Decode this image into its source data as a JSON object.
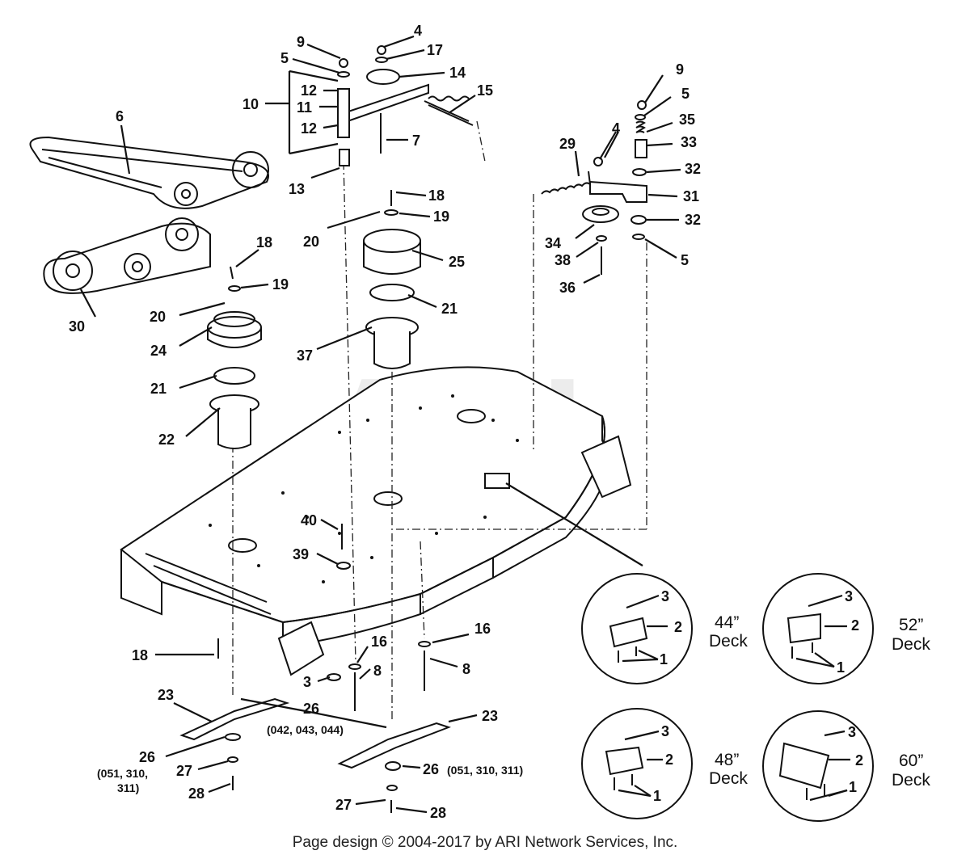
{
  "watermark": "ARI",
  "footer": "Page design © 2004-2017 by ARI Network Services, Inc.",
  "callouts": [
    {
      "id": "c9a",
      "text": "9"
    },
    {
      "id": "c5a",
      "text": "5"
    },
    {
      "id": "c4a",
      "text": "4"
    },
    {
      "id": "c17",
      "text": "17"
    },
    {
      "id": "c14",
      "text": "14"
    },
    {
      "id": "c12a",
      "text": "12"
    },
    {
      "id": "c10",
      "text": "10"
    },
    {
      "id": "c11",
      "text": "11"
    },
    {
      "id": "c12b",
      "text": "12"
    },
    {
      "id": "c15",
      "text": "15"
    },
    {
      "id": "c6",
      "text": "6"
    },
    {
      "id": "c7",
      "text": "7"
    },
    {
      "id": "c13",
      "text": "13"
    },
    {
      "id": "c18a",
      "text": "18"
    },
    {
      "id": "c19a",
      "text": "19"
    },
    {
      "id": "c20a",
      "text": "20"
    },
    {
      "id": "c25",
      "text": "25"
    },
    {
      "id": "c18b",
      "text": "18"
    },
    {
      "id": "c19b",
      "text": "19"
    },
    {
      "id": "c20b",
      "text": "20"
    },
    {
      "id": "c30",
      "text": "30"
    },
    {
      "id": "c24",
      "text": "24"
    },
    {
      "id": "c21a",
      "text": "21"
    },
    {
      "id": "c37",
      "text": "37"
    },
    {
      "id": "c21b",
      "text": "21"
    },
    {
      "id": "c22",
      "text": "22"
    },
    {
      "id": "c9b",
      "text": "9"
    },
    {
      "id": "c5b",
      "text": "5"
    },
    {
      "id": "c4b",
      "text": "4"
    },
    {
      "id": "c35",
      "text": "35"
    },
    {
      "id": "c33",
      "text": "33"
    },
    {
      "id": "c29",
      "text": "29"
    },
    {
      "id": "c32a",
      "text": "32"
    },
    {
      "id": "c31",
      "text": "31"
    },
    {
      "id": "c32b",
      "text": "32"
    },
    {
      "id": "c34",
      "text": "34"
    },
    {
      "id": "c38",
      "text": "38"
    },
    {
      "id": "c5c",
      "text": "5"
    },
    {
      "id": "c36",
      "text": "36"
    },
    {
      "id": "c40",
      "text": "40"
    },
    {
      "id": "c39",
      "text": "39"
    },
    {
      "id": "c18c",
      "text": "18"
    },
    {
      "id": "c16a",
      "text": "16"
    },
    {
      "id": "c3",
      "text": "3"
    },
    {
      "id": "c8a",
      "text": "8"
    },
    {
      "id": "c16b",
      "text": "16"
    },
    {
      "id": "c8b",
      "text": "8"
    },
    {
      "id": "c23a",
      "text": "23"
    },
    {
      "id": "c26a",
      "text": "26"
    },
    {
      "id": "c23b",
      "text": "23"
    },
    {
      "id": "c26b",
      "text": "26"
    },
    {
      "id": "c27a",
      "text": "27"
    },
    {
      "id": "c28a",
      "text": "28"
    },
    {
      "id": "c26c",
      "text": "26"
    },
    {
      "id": "c27b",
      "text": "27"
    },
    {
      "id": "c28b",
      "text": "28"
    }
  ],
  "notes": {
    "n1": "(042, 043, 044)",
    "n2a": "(051, 310,",
    "n2b": "311)",
    "n3": "(051, 310, 311)"
  },
  "decks": [
    {
      "size": "44”",
      "word": "Deck",
      "c3": "3",
      "c2": "2",
      "c1": "1"
    },
    {
      "size": "52”",
      "word": "Deck",
      "c3": "3",
      "c2": "2",
      "c1": "1"
    },
    {
      "size": "48”",
      "word": "Deck",
      "c3": "3",
      "c2": "2",
      "c1": "1"
    },
    {
      "size": "60”",
      "word": "Deck",
      "c3": "3",
      "c2": "2",
      "c1": "1"
    }
  ]
}
